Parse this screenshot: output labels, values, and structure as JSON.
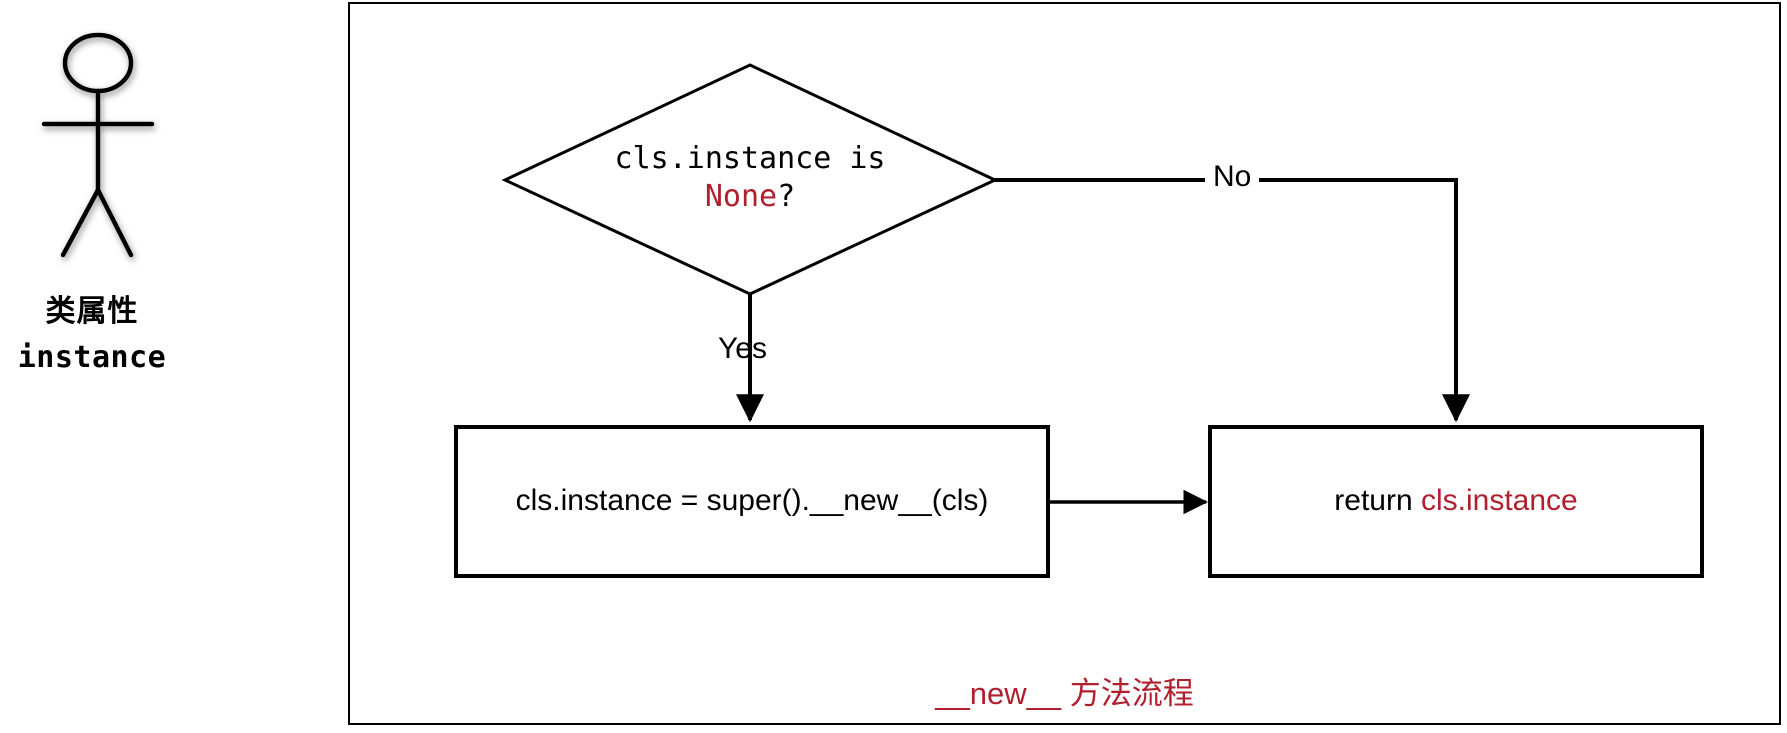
{
  "actor": {
    "icon": "stick-figure-actor",
    "label_cn": "类属性",
    "label_code": "instance"
  },
  "flow": {
    "caption": "__new__ 方法流程",
    "decision": {
      "line1": "cls.instance is",
      "line2_value": "None",
      "line2_suffix": "?"
    },
    "edges": {
      "yes_label": "Yes",
      "no_label": "No"
    },
    "box_left": {
      "text": "cls.instance = super().__new__(cls)"
    },
    "box_right": {
      "prefix": "return ",
      "value": "cls.instance"
    }
  },
  "colors": {
    "accent_red": "#b0202e",
    "ink": "#000000",
    "background": "#ffffff"
  },
  "chart_data": {
    "type": "diagram",
    "title": "__new__ 方法流程",
    "nodes": [
      {
        "id": "actor",
        "shape": "actor",
        "label": "类属性 instance"
      },
      {
        "id": "decision",
        "shape": "diamond",
        "label": "cls.instance is None?"
      },
      {
        "id": "assign",
        "shape": "rect",
        "label": "cls.instance = super().__new__(cls)"
      },
      {
        "id": "ret",
        "shape": "rect",
        "label": "return cls.instance"
      }
    ],
    "edges": [
      {
        "from": "decision",
        "to": "assign",
        "label": "Yes"
      },
      {
        "from": "decision",
        "to": "ret",
        "label": "No"
      },
      {
        "from": "assign",
        "to": "ret",
        "label": ""
      }
    ]
  }
}
